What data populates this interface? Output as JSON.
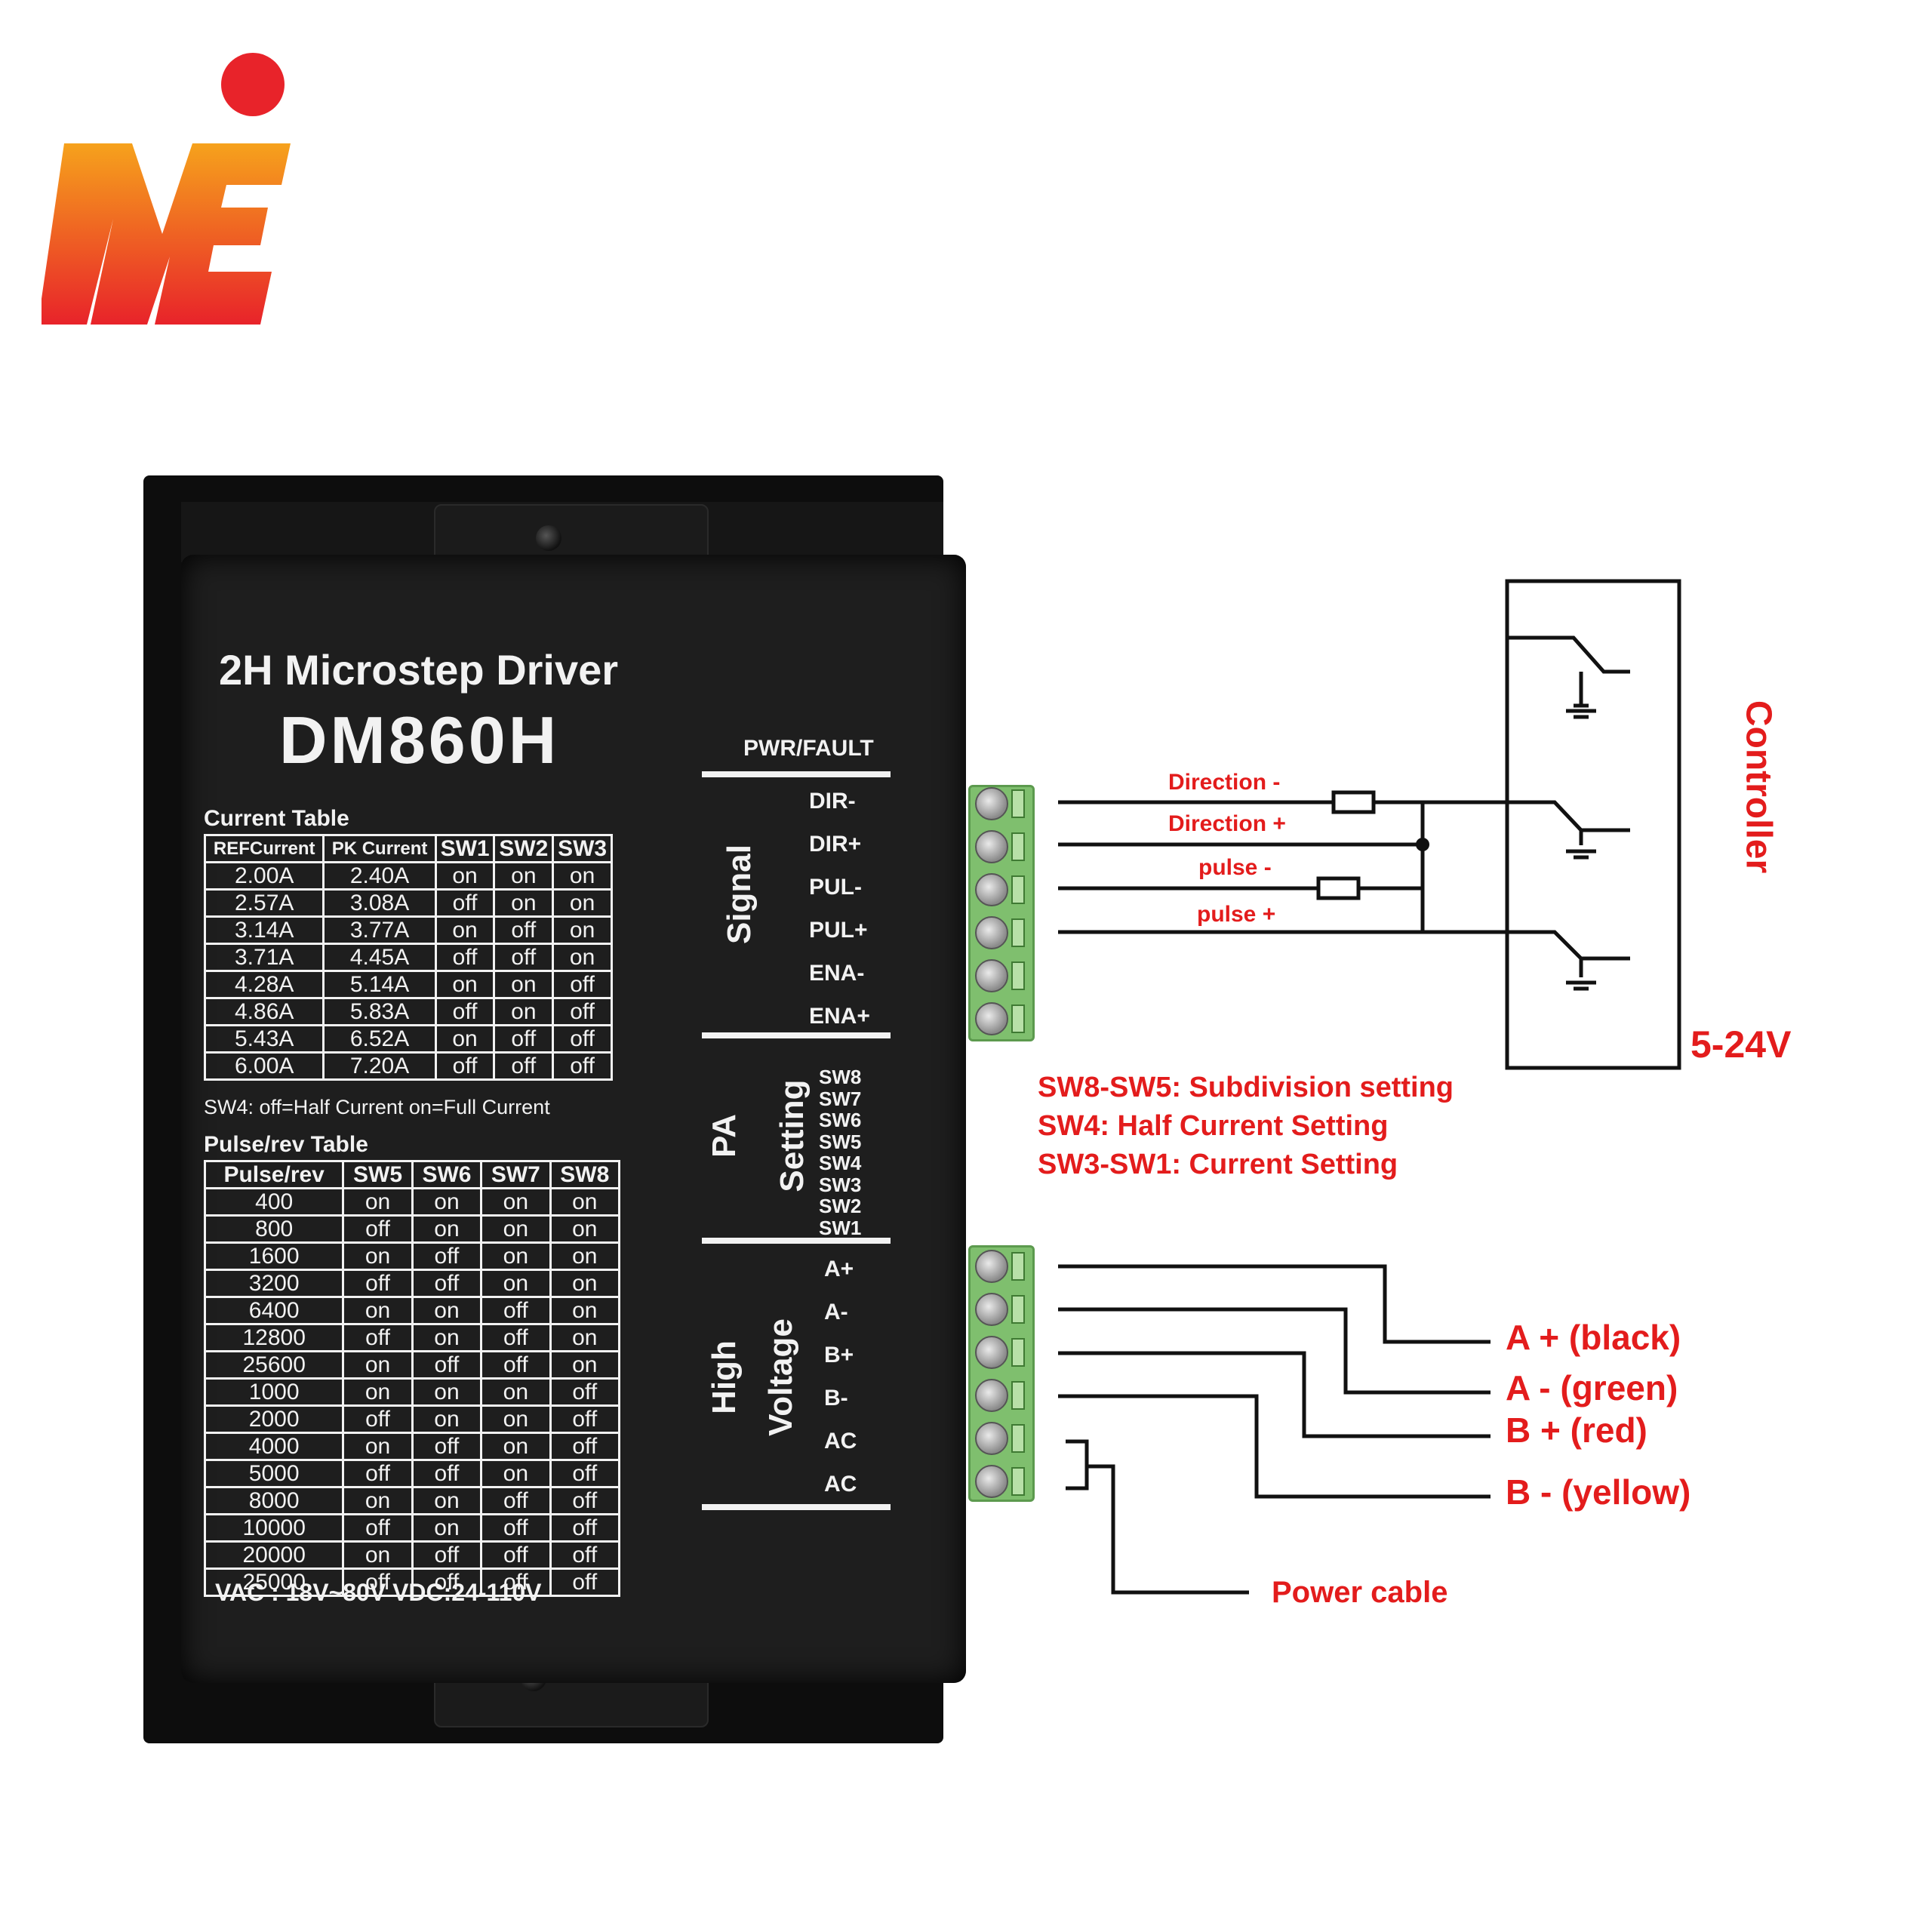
{
  "driver": {
    "title": "2H Microstep Driver",
    "model": "DM860H",
    "pwr_label": "PWR/FAULT",
    "current_table": {
      "caption": "Current Table",
      "headers": [
        "REFCurrent",
        "PK Current",
        "SW1",
        "SW2",
        "SW3"
      ],
      "rows": [
        [
          "2.00A",
          "2.40A",
          "on",
          "on",
          "on"
        ],
        [
          "2.57A",
          "3.08A",
          "off",
          "on",
          "on"
        ],
        [
          "3.14A",
          "3.77A",
          "on",
          "off",
          "on"
        ],
        [
          "3.71A",
          "4.45A",
          "off",
          "off",
          "on"
        ],
        [
          "4.28A",
          "5.14A",
          "on",
          "on",
          "off"
        ],
        [
          "4.86A",
          "5.83A",
          "off",
          "on",
          "off"
        ],
        [
          "5.43A",
          "6.52A",
          "on",
          "off",
          "off"
        ],
        [
          "6.00A",
          "7.20A",
          "off",
          "off",
          "off"
        ]
      ],
      "note": "SW4:  off=Half Current  on=Full Current"
    },
    "pulse_table": {
      "caption": "Pulse/rev Table",
      "headers": [
        "Pulse/rev",
        "SW5",
        "SW6",
        "SW7",
        "SW8"
      ],
      "rows": [
        [
          "400",
          "on",
          "on",
          "on",
          "on"
        ],
        [
          "800",
          "off",
          "on",
          "on",
          "on"
        ],
        [
          "1600",
          "on",
          "off",
          "on",
          "on"
        ],
        [
          "3200",
          "off",
          "off",
          "on",
          "on"
        ],
        [
          "6400",
          "on",
          "on",
          "off",
          "on"
        ],
        [
          "12800",
          "off",
          "on",
          "off",
          "on"
        ],
        [
          "25600",
          "on",
          "off",
          "off",
          "on"
        ],
        [
          "1000",
          "on",
          "on",
          "on",
          "off"
        ],
        [
          "2000",
          "off",
          "on",
          "on",
          "off"
        ],
        [
          "4000",
          "on",
          "off",
          "on",
          "off"
        ],
        [
          "5000",
          "off",
          "off",
          "on",
          "off"
        ],
        [
          "8000",
          "on",
          "on",
          "off",
          "off"
        ],
        [
          "10000",
          "off",
          "on",
          "off",
          "off"
        ],
        [
          "20000",
          "on",
          "off",
          "off",
          "off"
        ],
        [
          "25000",
          "off",
          "off",
          "off",
          "off"
        ]
      ]
    },
    "voltage_note": "VAC :  18V~80V VDC:24-110V",
    "signal_section": "Signal",
    "pa_section_1": "PA",
    "pa_section_2": "Setting",
    "hv_section_1": "High",
    "hv_section_2": "Voltage",
    "signal_terminals": [
      "DIR-",
      "DIR+",
      "PUL-",
      "PUL+",
      "ENA-",
      "ENA+"
    ],
    "switches": [
      "SW8",
      "SW7",
      "SW6",
      "SW5",
      "SW4",
      "SW3",
      "SW2",
      "SW1"
    ],
    "hv_terminals": [
      "A+",
      "A-",
      "B+",
      "B-",
      "AC",
      "AC"
    ]
  },
  "annotations": {
    "direction_minus": "Direction -",
    "direction_plus": "Direction +",
    "pulse_minus": "pulse -",
    "pulse_plus": "pulse +",
    "controller": "Controller",
    "controller_voltage": "5-24V",
    "notes": [
      "SW8-SW5: Subdivision setting",
      "SW4: Half Current Setting",
      "SW3-SW1: Current Setting"
    ],
    "a_plus": "A + (black)",
    "a_minus": "A - (green)",
    "b_plus": "B + (red)",
    "b_minus": "B - (yellow)",
    "power_cable": "Power cable"
  },
  "colors": {
    "annotation_red": "#e31c1c",
    "terminal_green": "#7fbf6e",
    "driver_black": "#1e1e1e"
  }
}
